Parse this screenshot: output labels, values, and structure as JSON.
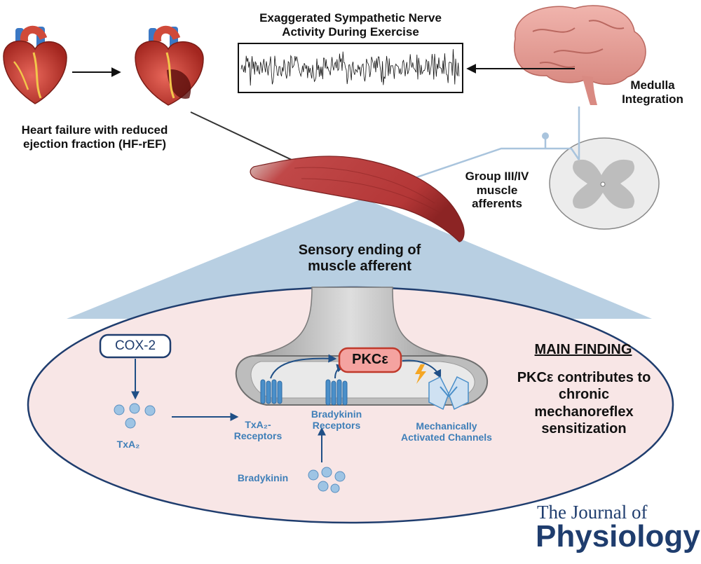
{
  "heart_failure_label": "Heart failure with reduced ejection fraction (HF-rEF)",
  "nerve_activity_title": "Exaggerated Sympathetic Nerve Activity During Exercise",
  "medulla_label": "Medulla Integration",
  "afferents_label": "Group III/IV muscle afferents",
  "sensory_ending_label": "Sensory ending of muscle afferent",
  "cox2_label": "COX-2",
  "pkc_label": "PKCε",
  "txa2_label": "TxA₂",
  "txa2_receptors_label": "TxA₂- Receptors",
  "bradykinin_receptors_label": "Bradykinin Receptors",
  "bradykinin_label": "Bradykinin",
  "channels_label": "Mechanically Activated Channels",
  "main_finding_title": "MAIN FINDING",
  "main_finding_text": "PKCε contributes to chronic mechanoreflex sensitization",
  "journal_line1": "The Journal of",
  "journal_line2": "Physiology",
  "colors": {
    "ellipse_fill": "#f8e6e6",
    "ellipse_stroke": "#1f3d6e",
    "cone_fill": "#b8cfe2",
    "receptor_blue": "#4a8fc9",
    "pkc_fill": "#f4a3a0",
    "pkc_stroke": "#c0392b",
    "muscle_red": "#b33a3a",
    "nerve_line": "#a9c4dd",
    "journal_navy": "#1f3d6e"
  }
}
